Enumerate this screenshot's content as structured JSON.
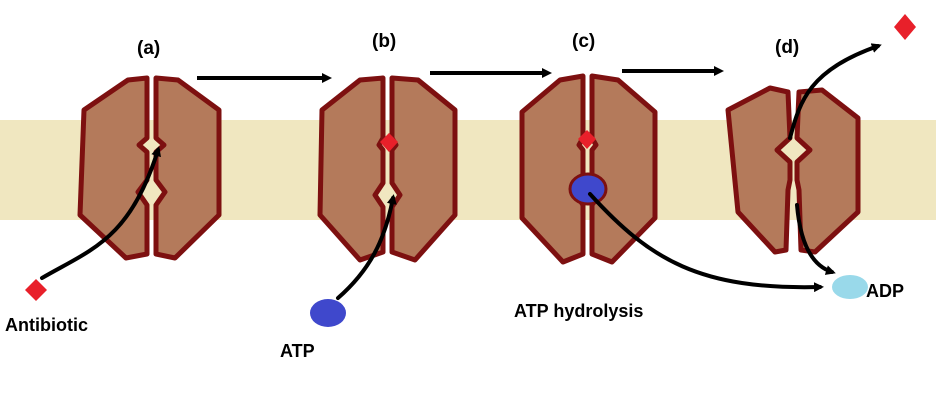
{
  "steps": [
    {
      "label": "(a)"
    },
    {
      "label": "(b)"
    },
    {
      "label": "(c)"
    },
    {
      "label": "(d)"
    }
  ],
  "labels": {
    "antibiotic": "Antibiotic",
    "atp": "ATP",
    "hydrolysis": "ATP hydrolysis",
    "adp": "ADP"
  },
  "colors": {
    "membrane": "#f0e7c0",
    "protein_fill": "#b47a5b",
    "protein_outline": "#7d1010",
    "antibiotic": "#e8202a",
    "atp": "#3f48cc",
    "adp": "#99d9ea",
    "arrow": "#000000"
  }
}
